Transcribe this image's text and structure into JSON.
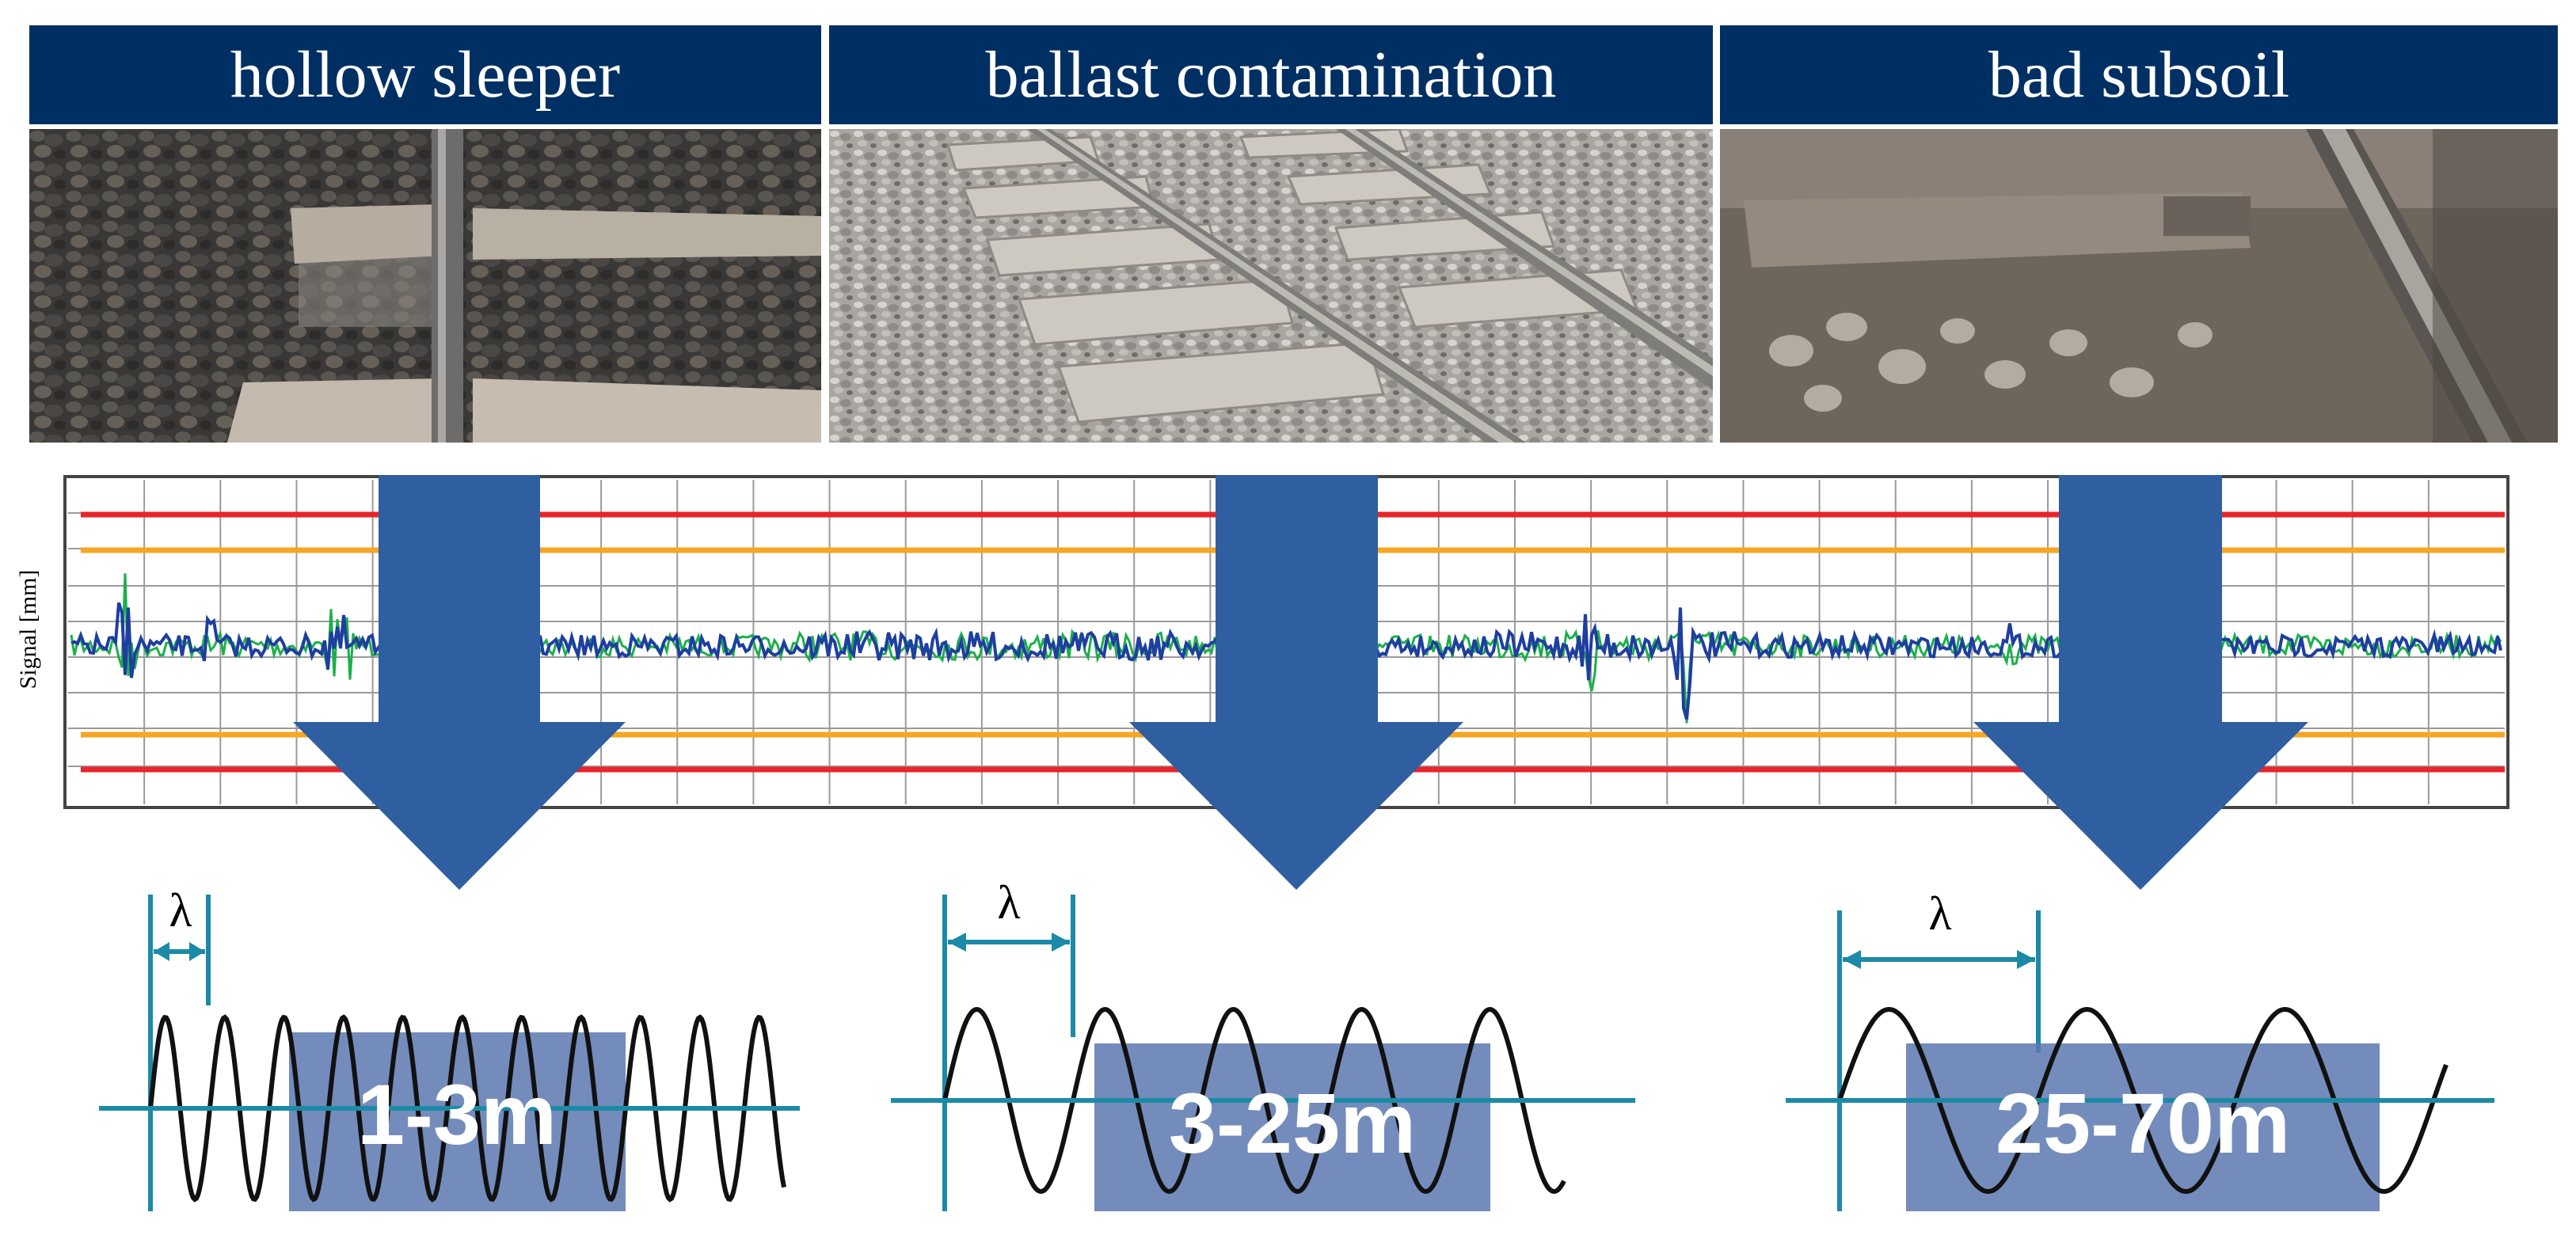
{
  "panels": [
    {
      "header": "hollow sleeper",
      "range_label": "1-3m",
      "wavelength_symbol": "λ"
    },
    {
      "header": "ballast contamination",
      "range_label": "3-25m",
      "wavelength_symbol": "λ"
    },
    {
      "header": "bad subsoil",
      "range_label": "25-70m",
      "wavelength_symbol": "λ"
    }
  ],
  "chart_data": {
    "type": "line",
    "ylabel": "Signal [mm]",
    "xlabel": "",
    "title": "",
    "grid": true,
    "thresholds": [
      {
        "level": "upper-red",
        "color": "#e8242a"
      },
      {
        "level": "upper-orange",
        "color": "#f5a623"
      },
      {
        "level": "lower-orange",
        "color": "#f5a623"
      },
      {
        "level": "lower-red",
        "color": "#e8242a"
      }
    ],
    "series_colors": [
      "#1e3ea0",
      "#1bb04a"
    ]
  },
  "colors": {
    "header_bg": "#003063",
    "arrow": "#2f5fa0",
    "range_box": "#5b78b0",
    "lambda_marker": "#1c8aa6"
  }
}
